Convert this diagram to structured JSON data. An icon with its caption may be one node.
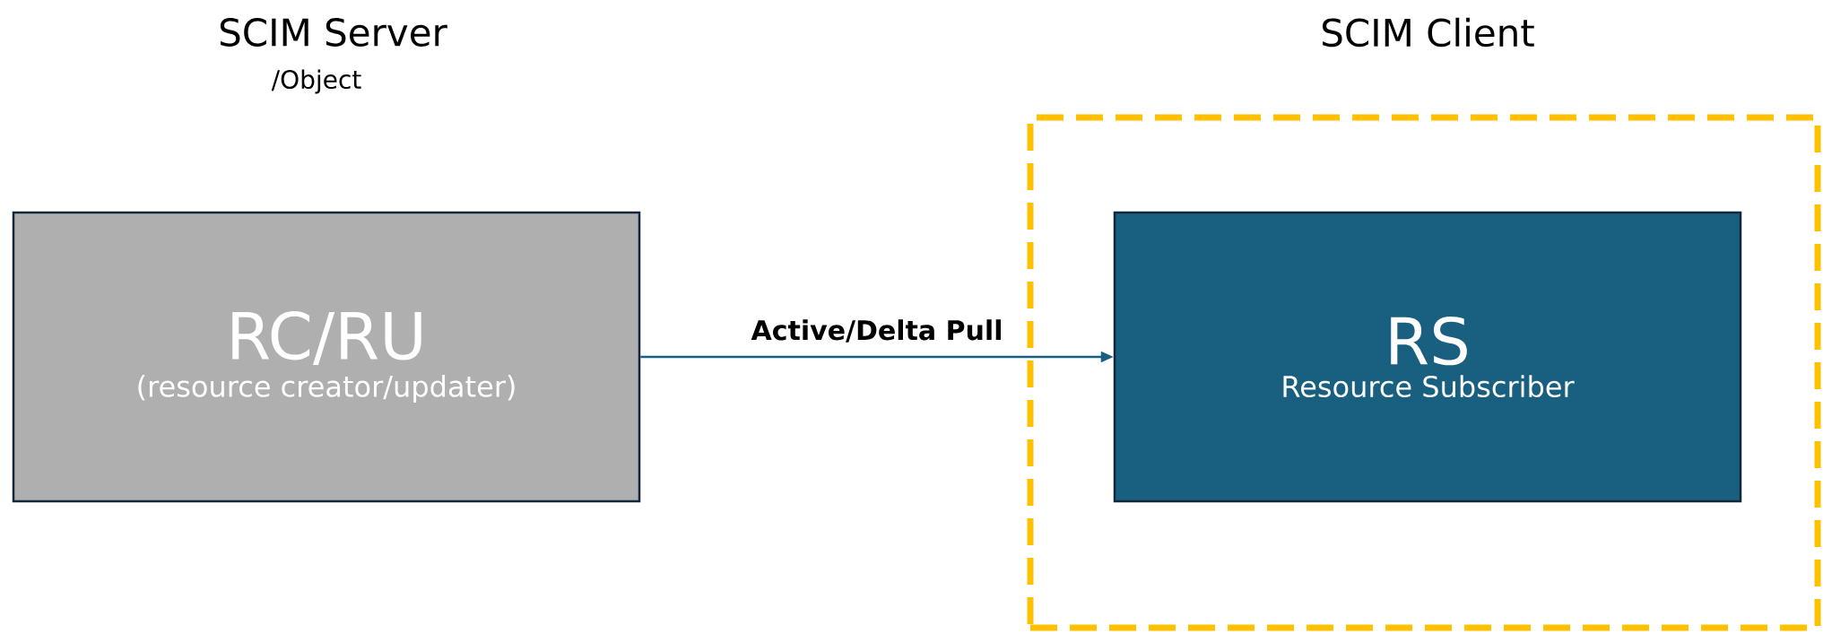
{
  "diagram": {
    "nodes": [
      {
        "text": [
          "RC/RU",
          "(resource creator/updater)"
        ]
      },
      {
        "text": [],
        "shape": "box"
      },
      {
        "text": [
          "RS",
          "Resource Subscriber"
        ],
        "in": 1
      }
    ],
    "edges": [
      {
        "from": 0,
        "to": 2,
        "arrow": "to",
        "label": "Active/Delta Pull"
      }
    ],
    "labels": [
      "SCIM Server",
      "/Object",
      "SCIM Client"
    ]
  }
}
